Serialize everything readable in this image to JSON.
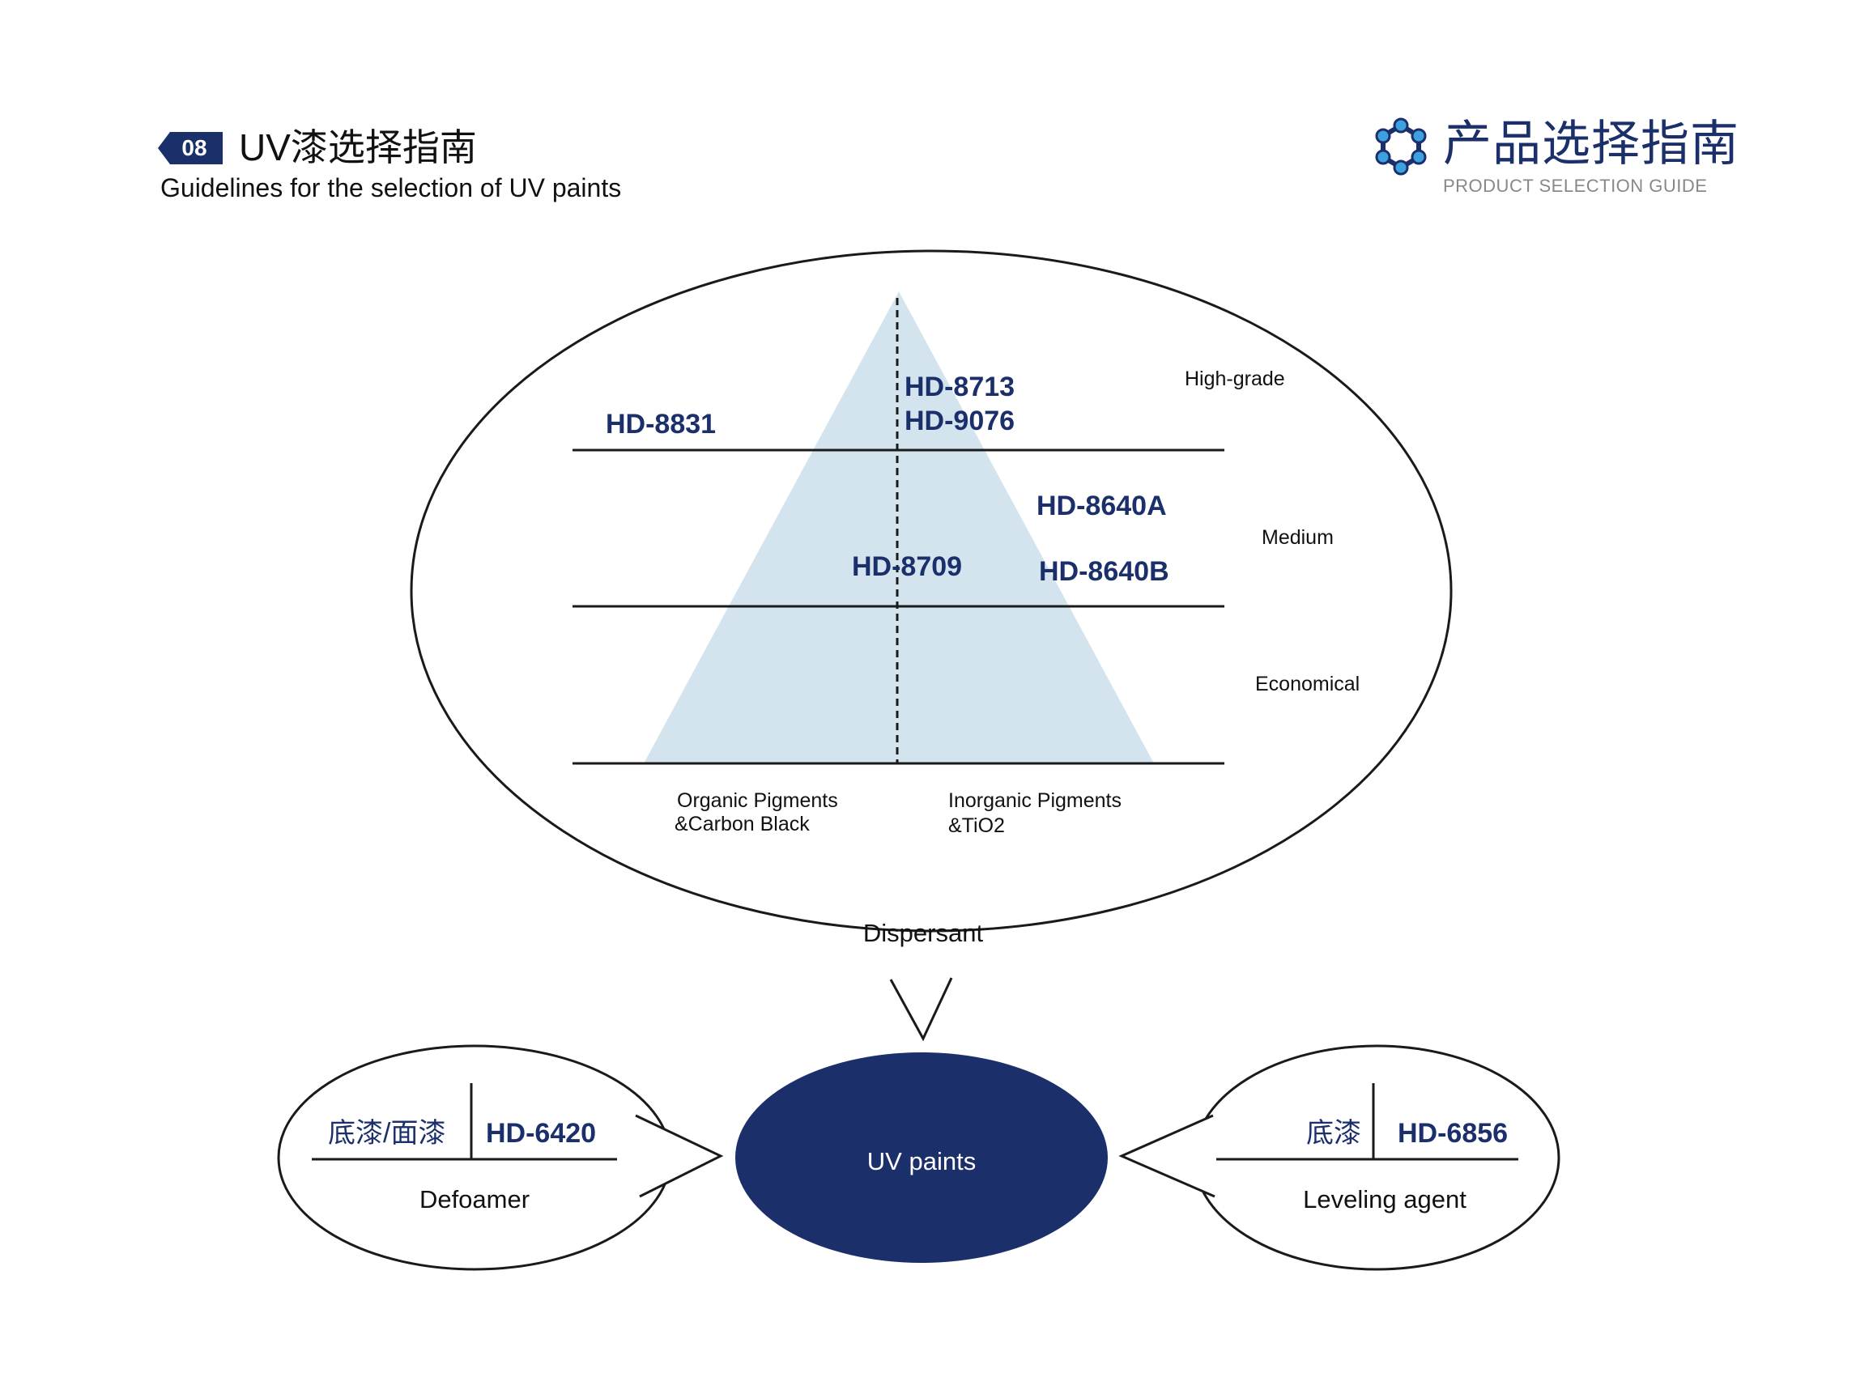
{
  "header": {
    "section_number": "08",
    "title_cn": "UV漆选择指南",
    "title_en": "Guidelines for the selection of UV paints"
  },
  "brand": {
    "title_cn": "产品选择指南",
    "title_en": "PRODUCT SELECTION GUIDE",
    "icon": "molecule-hexagon-icon"
  },
  "diagram": {
    "dispersant": {
      "label": "Dispersant",
      "levels": [
        "High-grade",
        "Medium",
        "Economical"
      ],
      "pigment_left": [
        "Organic Pigments",
        "&Carbon Black"
      ],
      "pigment_right": [
        "Inorganic Pigments",
        "&TiO2"
      ],
      "products": {
        "high_left": "HD-8831",
        "high_right_1": "HD-8713",
        "high_right_2": "HD-9076",
        "medium_center": "HD-8709",
        "medium_right_1": "HD-8640A",
        "medium_right_2": "HD-8640B"
      }
    },
    "center": {
      "label": "UV paints"
    },
    "defoamer": {
      "label": "Defoamer",
      "application": "底漆/面漆",
      "product": "HD-6420"
    },
    "leveling": {
      "label": "Leveling agent",
      "application": "底漆",
      "product": "HD-6856"
    }
  },
  "colors": {
    "navy": "#1b2f6b",
    "pyramid": "#d4e4ee",
    "line": "#1a1a1a"
  }
}
